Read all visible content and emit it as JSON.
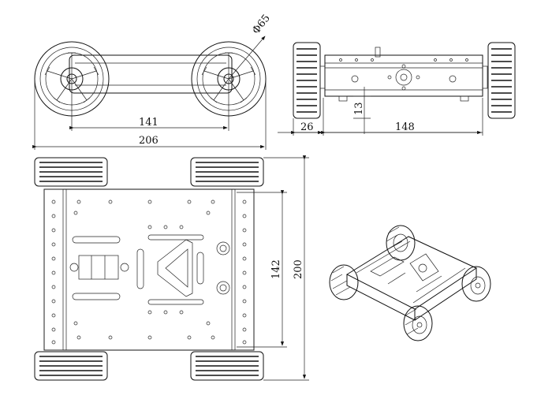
{
  "views": {
    "side": {
      "diameter_label": "Φ65",
      "wheelbase_label": "141",
      "overall_length_label": "206"
    },
    "front": {
      "wheel_offset_label": "26",
      "body_width_label": "148",
      "ground_clearance_label": "13"
    },
    "top": {
      "track_length_label": "142",
      "overall_width_label": "200"
    }
  }
}
